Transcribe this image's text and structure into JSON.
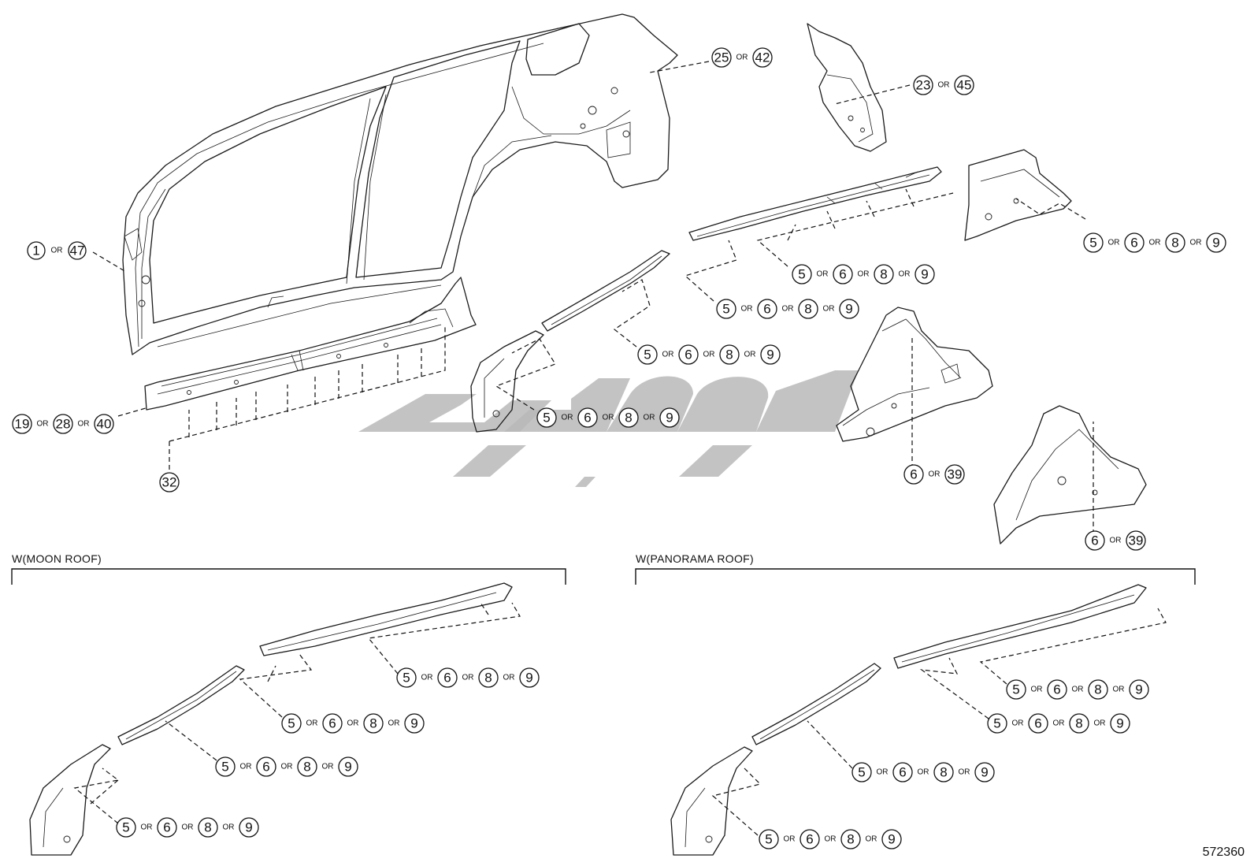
{
  "diagram": {
    "figure_number": "572360",
    "sections": [
      {
        "id": "moon",
        "title": "W(MOON ROOF)"
      },
      {
        "id": "panorama",
        "title": "W(PANORAMA ROOF)"
      }
    ],
    "or_word": "OR",
    "callouts": [
      {
        "id": "c1",
        "parts": [
          "1",
          "47"
        ]
      },
      {
        "id": "c2",
        "parts": [
          "25",
          "42"
        ]
      },
      {
        "id": "c3",
        "parts": [
          "23",
          "45"
        ]
      },
      {
        "id": "c4",
        "parts": [
          "5",
          "6",
          "8",
          "9"
        ]
      },
      {
        "id": "c5",
        "parts": [
          "5",
          "6",
          "8",
          "9"
        ]
      },
      {
        "id": "c6",
        "parts": [
          "5",
          "6",
          "8",
          "9"
        ]
      },
      {
        "id": "c7",
        "parts": [
          "5",
          "6",
          "8",
          "9"
        ]
      },
      {
        "id": "c8",
        "parts": [
          "5",
          "6",
          "8",
          "9"
        ]
      },
      {
        "id": "c9",
        "parts": [
          "19",
          "28",
          "40"
        ]
      },
      {
        "id": "c10",
        "parts": [
          "32"
        ]
      },
      {
        "id": "c11",
        "parts": [
          "6",
          "39"
        ]
      },
      {
        "id": "c12",
        "parts": [
          "6",
          "39"
        ]
      },
      {
        "id": "c13",
        "parts": [
          "5",
          "6",
          "8",
          "9"
        ]
      },
      {
        "id": "c14",
        "parts": [
          "5",
          "6",
          "8",
          "9"
        ]
      },
      {
        "id": "c15",
        "parts": [
          "5",
          "6",
          "8",
          "9"
        ]
      },
      {
        "id": "c16",
        "parts": [
          "5",
          "6",
          "8",
          "9"
        ]
      },
      {
        "id": "c17",
        "parts": [
          "5",
          "6",
          "8",
          "9"
        ]
      },
      {
        "id": "c18",
        "parts": [
          "5",
          "6",
          "8",
          "9"
        ]
      },
      {
        "id": "c19",
        "parts": [
          "5",
          "6",
          "8",
          "9"
        ]
      },
      {
        "id": "c20",
        "parts": [
          "5",
          "6",
          "8",
          "9"
        ]
      }
    ],
    "watermark_color": "#b8b8b8"
  }
}
